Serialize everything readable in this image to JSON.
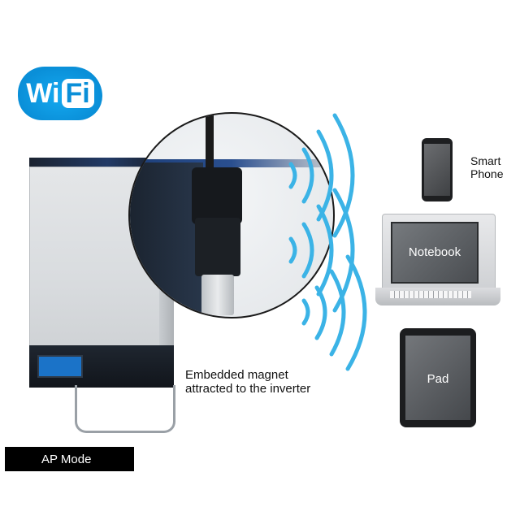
{
  "wifi": {
    "prefix": "Wi",
    "suffix": "Fi",
    "color": "#0a8fd8"
  },
  "devices": {
    "phone_label_line1": "Smart",
    "phone_label_line2": "Phone",
    "notebook_label": "Notebook",
    "tablet_label": "Pad"
  },
  "note": {
    "line1": "Embedded magnet",
    "line2": "attracted to the inverter"
  },
  "mode": {
    "label": "AP Mode"
  },
  "colors": {
    "wave": "#3bb3e6",
    "mode_bar": "#000000",
    "inverter_accent": "#223a66"
  }
}
